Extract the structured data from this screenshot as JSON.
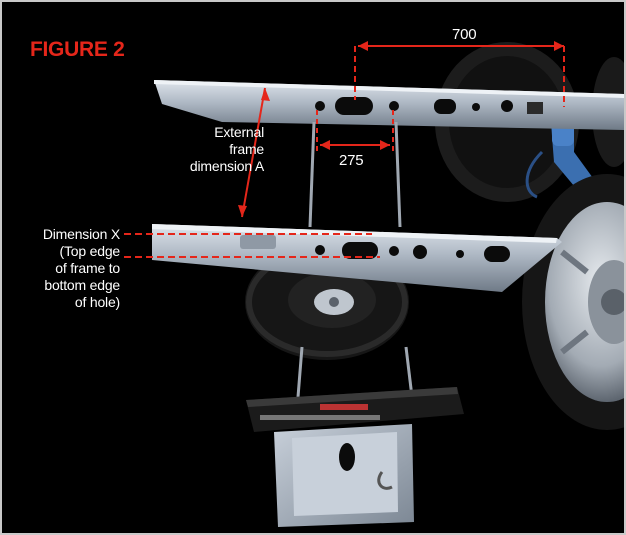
{
  "figure": {
    "title": "FIGURE 2",
    "title_color": "#e5261a",
    "annotation_color": "#e5261a",
    "frame_color": "#c9c9c9",
    "background": "#000000"
  },
  "dimensions": {
    "span_700": "700",
    "span_275": "275",
    "external_frame": [
      "External",
      "frame",
      "dimension A"
    ],
    "dimension_x": [
      "Dimension X",
      "(Top edge",
      "of frame to",
      "bottom edge",
      "of hole)"
    ]
  },
  "components": [
    "upper-chassis-rail-icon",
    "lower-chassis-rail-icon",
    "spare-wheel-icon",
    "rear-road-wheel-icon",
    "background-wheel-icon",
    "spare-wheel-carrier-bracket-icon",
    "tow-hitch-plate-icon",
    "blue-axle-arm-icon"
  ]
}
